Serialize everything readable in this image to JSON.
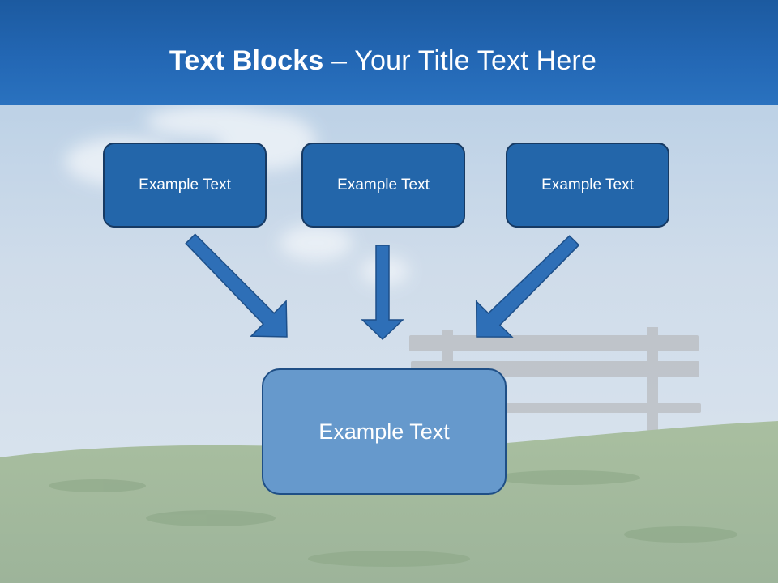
{
  "slide": {
    "title_bold": "Text Blocks",
    "title_rest": " – Your Title Text Here",
    "boxes": [
      {
        "label": "Example Text"
      },
      {
        "label": "Example Text"
      },
      {
        "label": "Example Text"
      }
    ],
    "center_box": {
      "label": "Example Text"
    },
    "colors": {
      "header": "#2367b4",
      "box_fill": "#2366aa",
      "box_border": "#173a63",
      "center_fill": "#6699cc",
      "arrow_fill": "#2e6fb7"
    },
    "background": "sky with clouds over grassy hill with wooden bench"
  }
}
